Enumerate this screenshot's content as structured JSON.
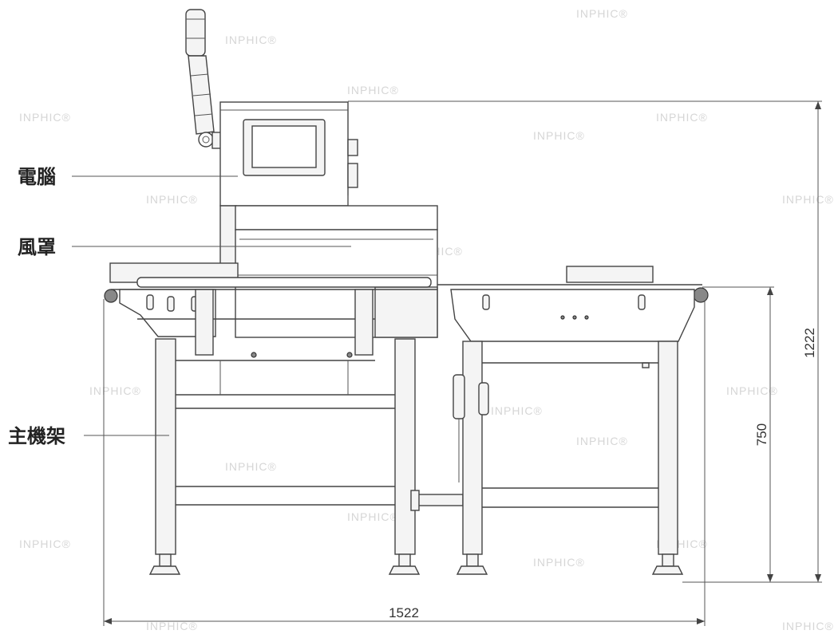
{
  "watermark": "INPHIC®",
  "labels": {
    "computer": "電腦",
    "hood": "風罩",
    "frame": "主機架"
  },
  "dimensions": {
    "overall_height": "1222",
    "table_height": "750",
    "overall_length": "1522"
  }
}
